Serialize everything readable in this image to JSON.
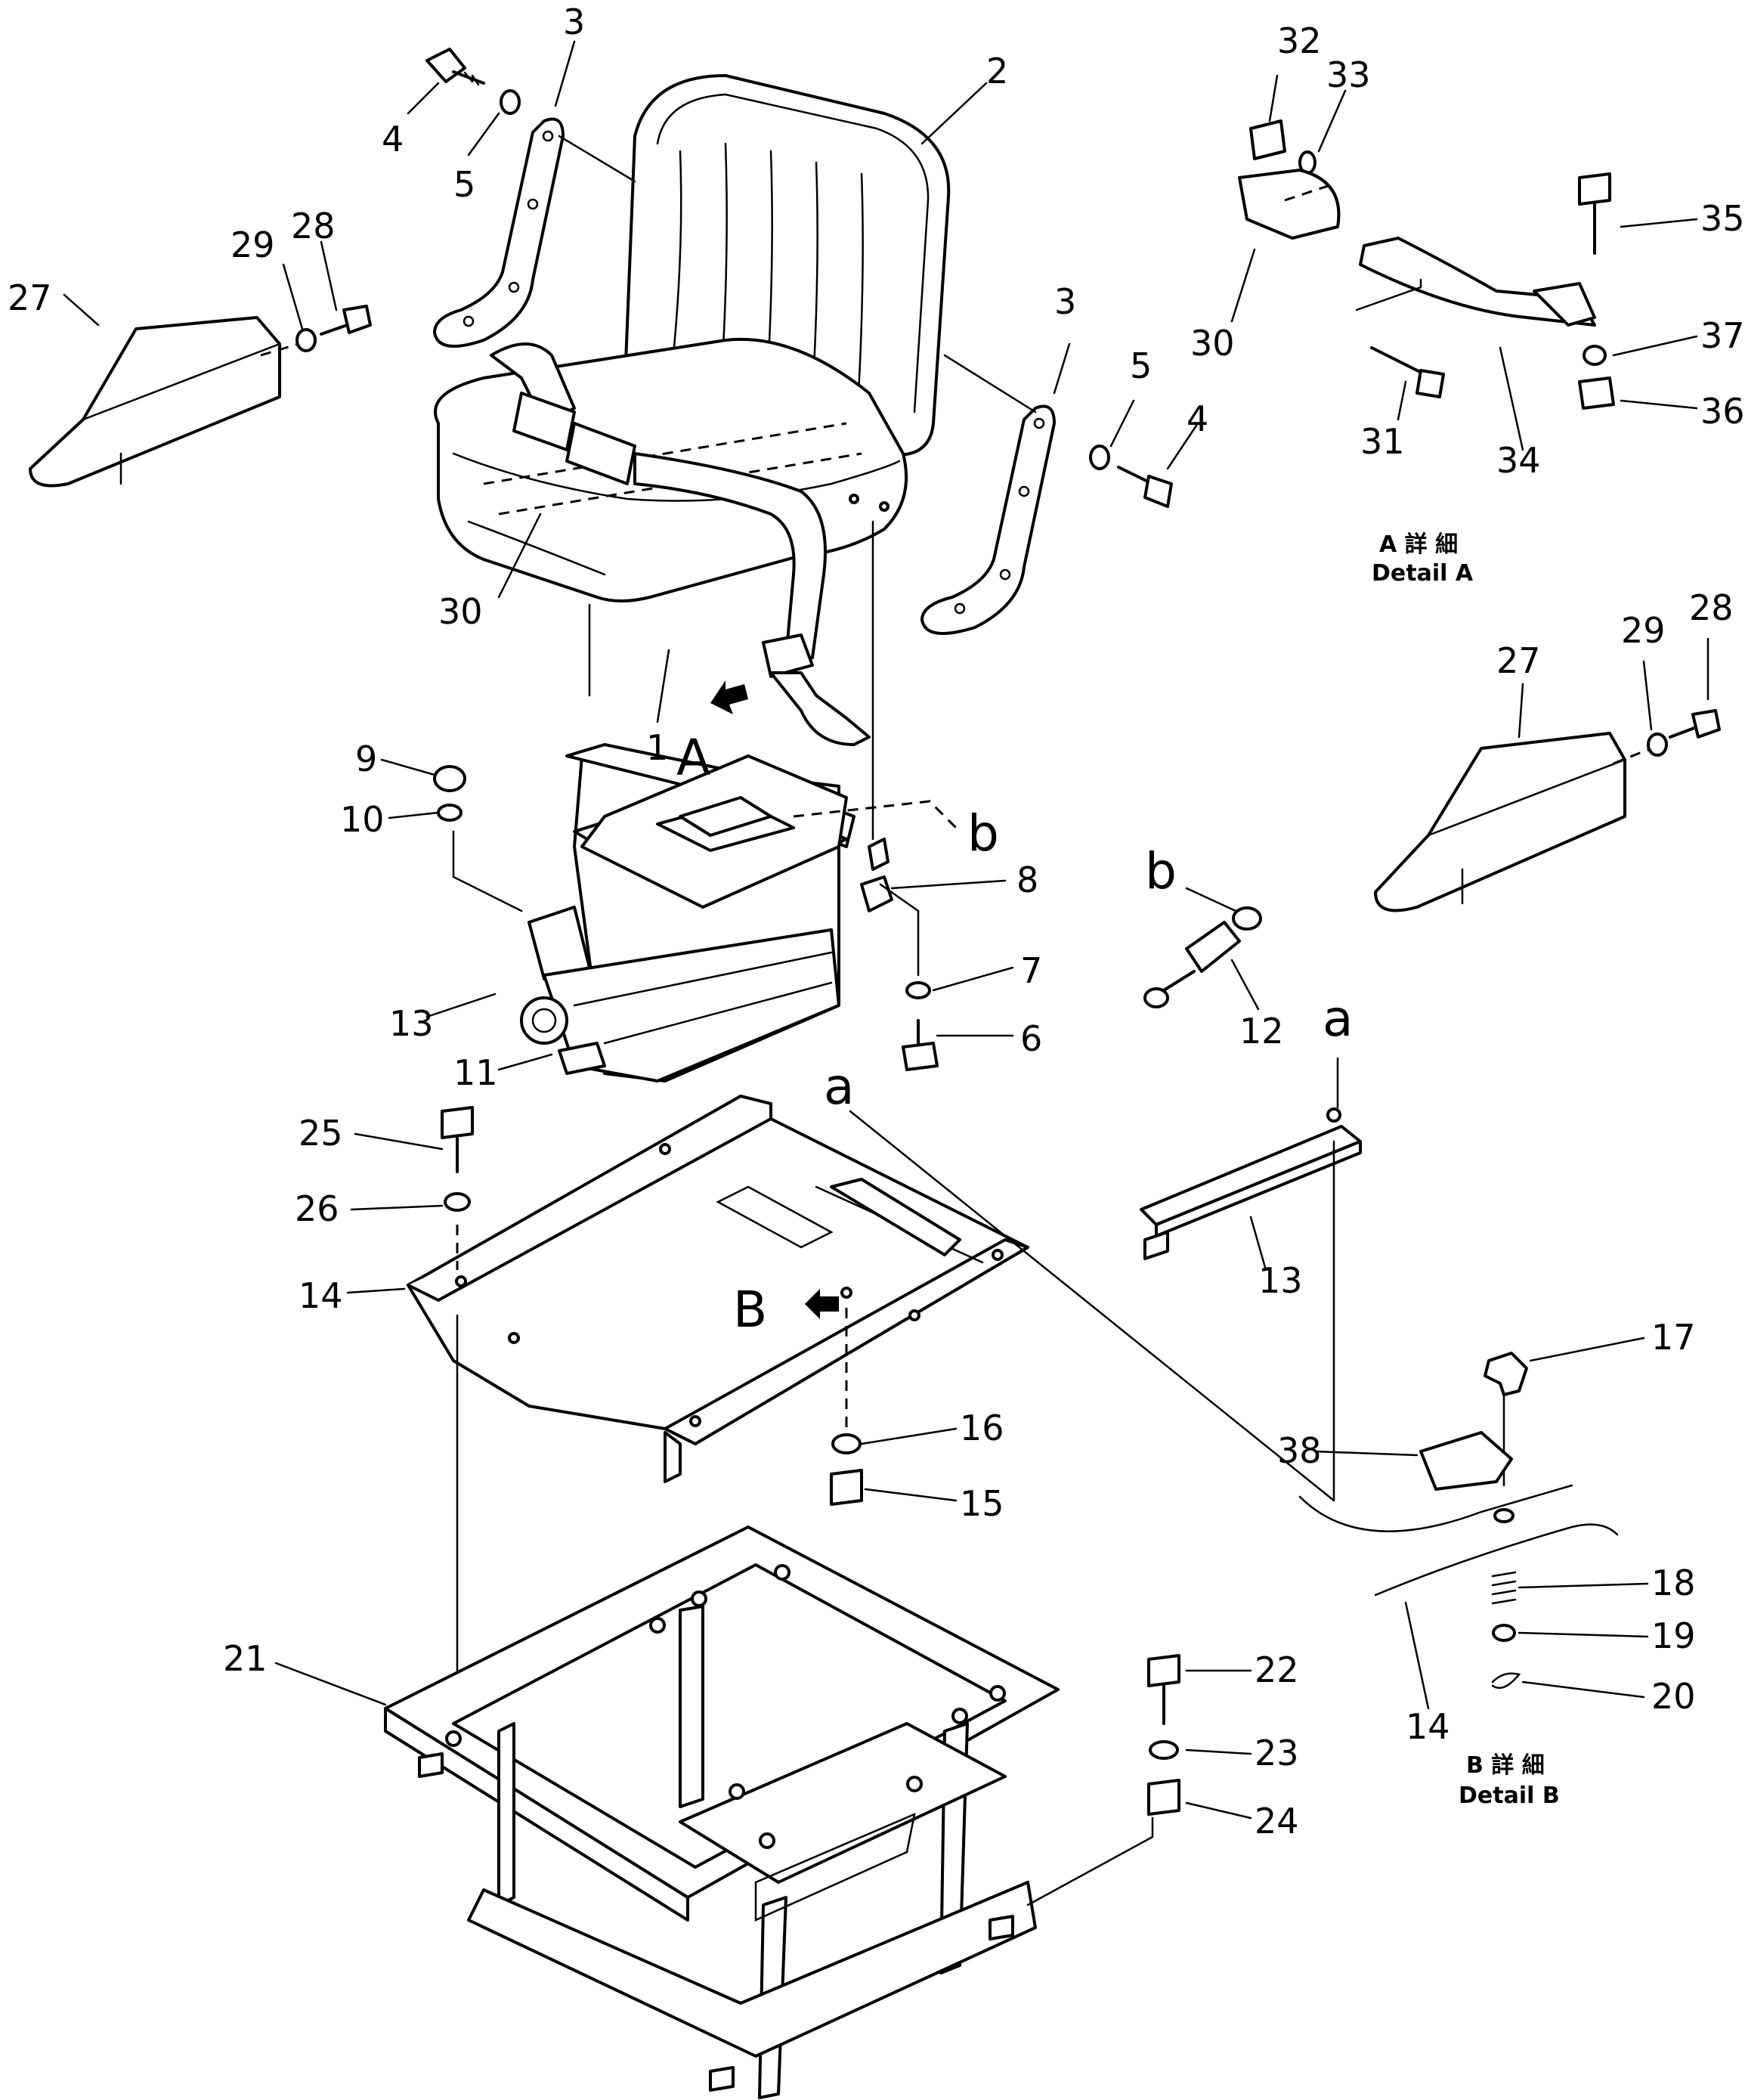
{
  "callouts": [
    "1",
    "2",
    "3",
    "3",
    "4",
    "4",
    "5",
    "5",
    "6",
    "7",
    "8",
    "9",
    "10",
    "11",
    "12",
    "13",
    "13",
    "14",
    "14",
    "15",
    "16",
    "17",
    "18",
    "19",
    "20",
    "21",
    "22",
    "23",
    "24",
    "25",
    "26",
    "27",
    "27",
    "28",
    "28",
    "29",
    "29",
    "30",
    "30",
    "31",
    "32",
    "33",
    "34",
    "35",
    "36",
    "37",
    "38"
  ],
  "view_markers": {
    "a_top": "a",
    "a_mid": "a",
    "b_top": "b",
    "b_mid": "b",
    "arrow_a": "A",
    "arrow_b": "B"
  },
  "detail_a": {
    "jp": "A 詳 細",
    "en": "Detail A"
  },
  "detail_b": {
    "jp": "B 詳 細",
    "en": "Detail B"
  }
}
